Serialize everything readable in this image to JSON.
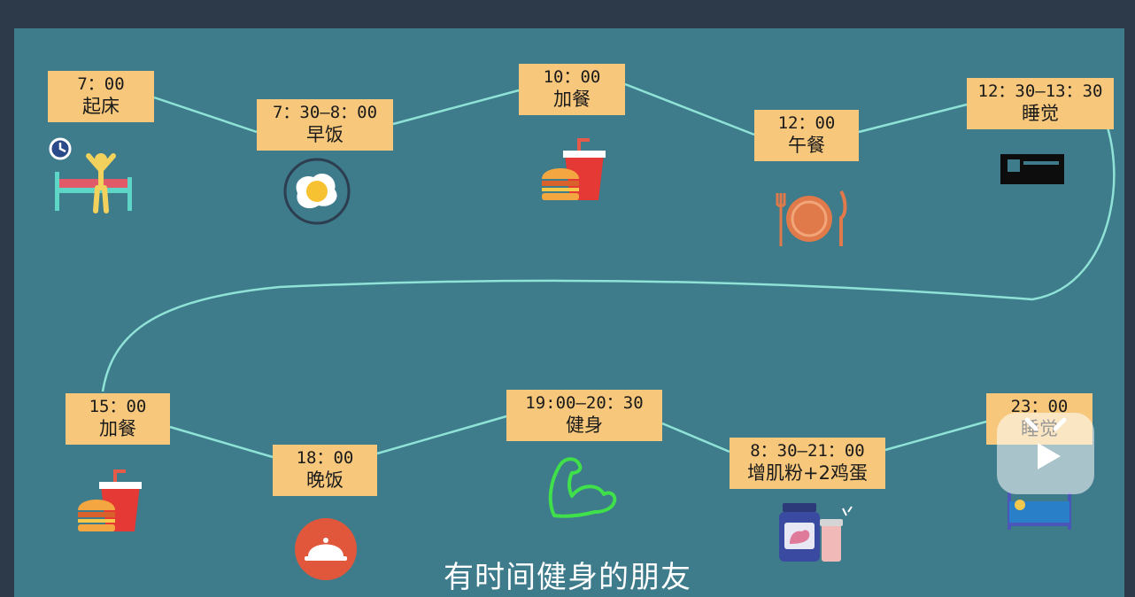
{
  "schedule": [
    {
      "time": "7：00",
      "activity": "起床",
      "icon": "wake-up-bed-icon"
    },
    {
      "time": "7：30—8：00",
      "activity": "早饭",
      "icon": "fried-egg-icon"
    },
    {
      "time": "10：00",
      "activity": "加餐",
      "icon": "burger-drink-icon"
    },
    {
      "time": "12：00",
      "activity": "午餐",
      "icon": "plate-cutlery-icon"
    },
    {
      "time": "12：30—13：30",
      "activity": "睡觉",
      "icon": "bed-icon"
    },
    {
      "time": "15：00",
      "activity": "加餐",
      "icon": "burger-drink-icon"
    },
    {
      "time": "18：00",
      "activity": "晚饭",
      "icon": "dinner-cloche-icon"
    },
    {
      "time": "19:00—20：30",
      "activity": "健身",
      "icon": "flexed-arm-icon"
    },
    {
      "time": "8：30—21：00",
      "activity": "增肌粉+2鸡蛋",
      "icon": "protein-powder-icon"
    },
    {
      "time": "23：00",
      "activity": "睡觉",
      "icon": "sleeping-in-bed-icon"
    }
  ],
  "caption": "有时间健身的朋友",
  "colors": {
    "background": "#2d3a4a",
    "board": "#3e7b8b",
    "label": "#f7c77c",
    "path": "#8fe3d6"
  }
}
